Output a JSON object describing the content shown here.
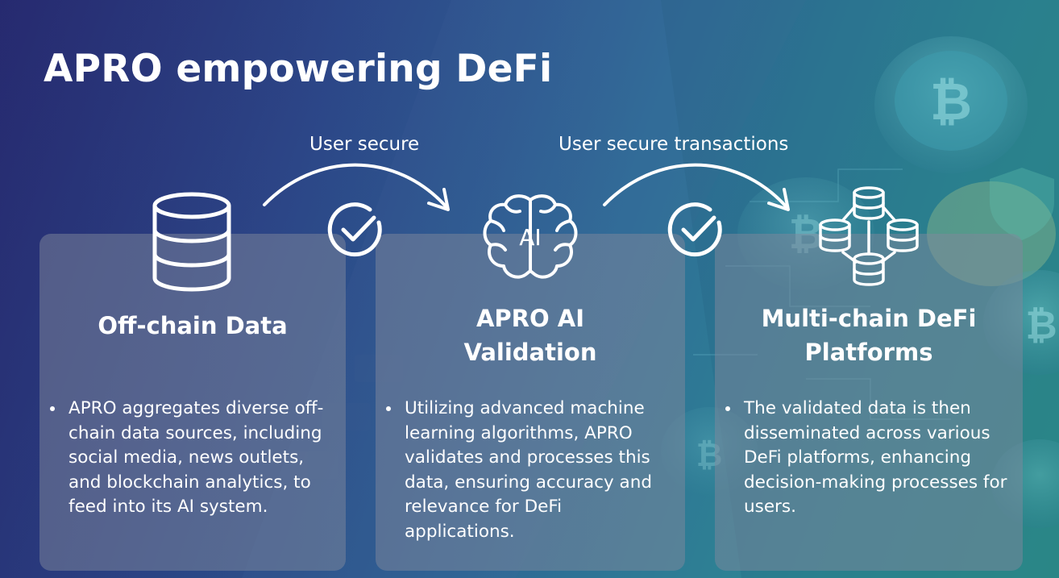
{
  "title": "APRO empowering DeFi",
  "flow_labels": [
    "User secure",
    "User secure transactions"
  ],
  "cards": [
    {
      "title_lines": [
        "Off-chain Data"
      ],
      "bullet": "APRO aggregates diverse off-chain data sources, including social media, news outlets, and blockchain analytics, to feed into its AI system.",
      "icon": "database-icon"
    },
    {
      "title_lines": [
        "APRO AI",
        "Validation"
      ],
      "bullet": "Utilizing advanced machine learning algorithms, APRO validates and processes this data, ensuring accuracy and relevance for DeFi applications.",
      "icon": "ai-brain-icon",
      "icon_text": "AI"
    },
    {
      "title_lines": [
        "Multi-chain DeFi",
        "Platforms"
      ],
      "bullet": "The validated data is then disseminated across various DeFi platforms, enhancing decision-making processes for users.",
      "icon": "multi-database-network-icon"
    }
  ],
  "colors": {
    "background_left": "#2a2a73",
    "background_right": "#2c9189",
    "card_fill": "#80889c",
    "text": "#ffffff"
  }
}
